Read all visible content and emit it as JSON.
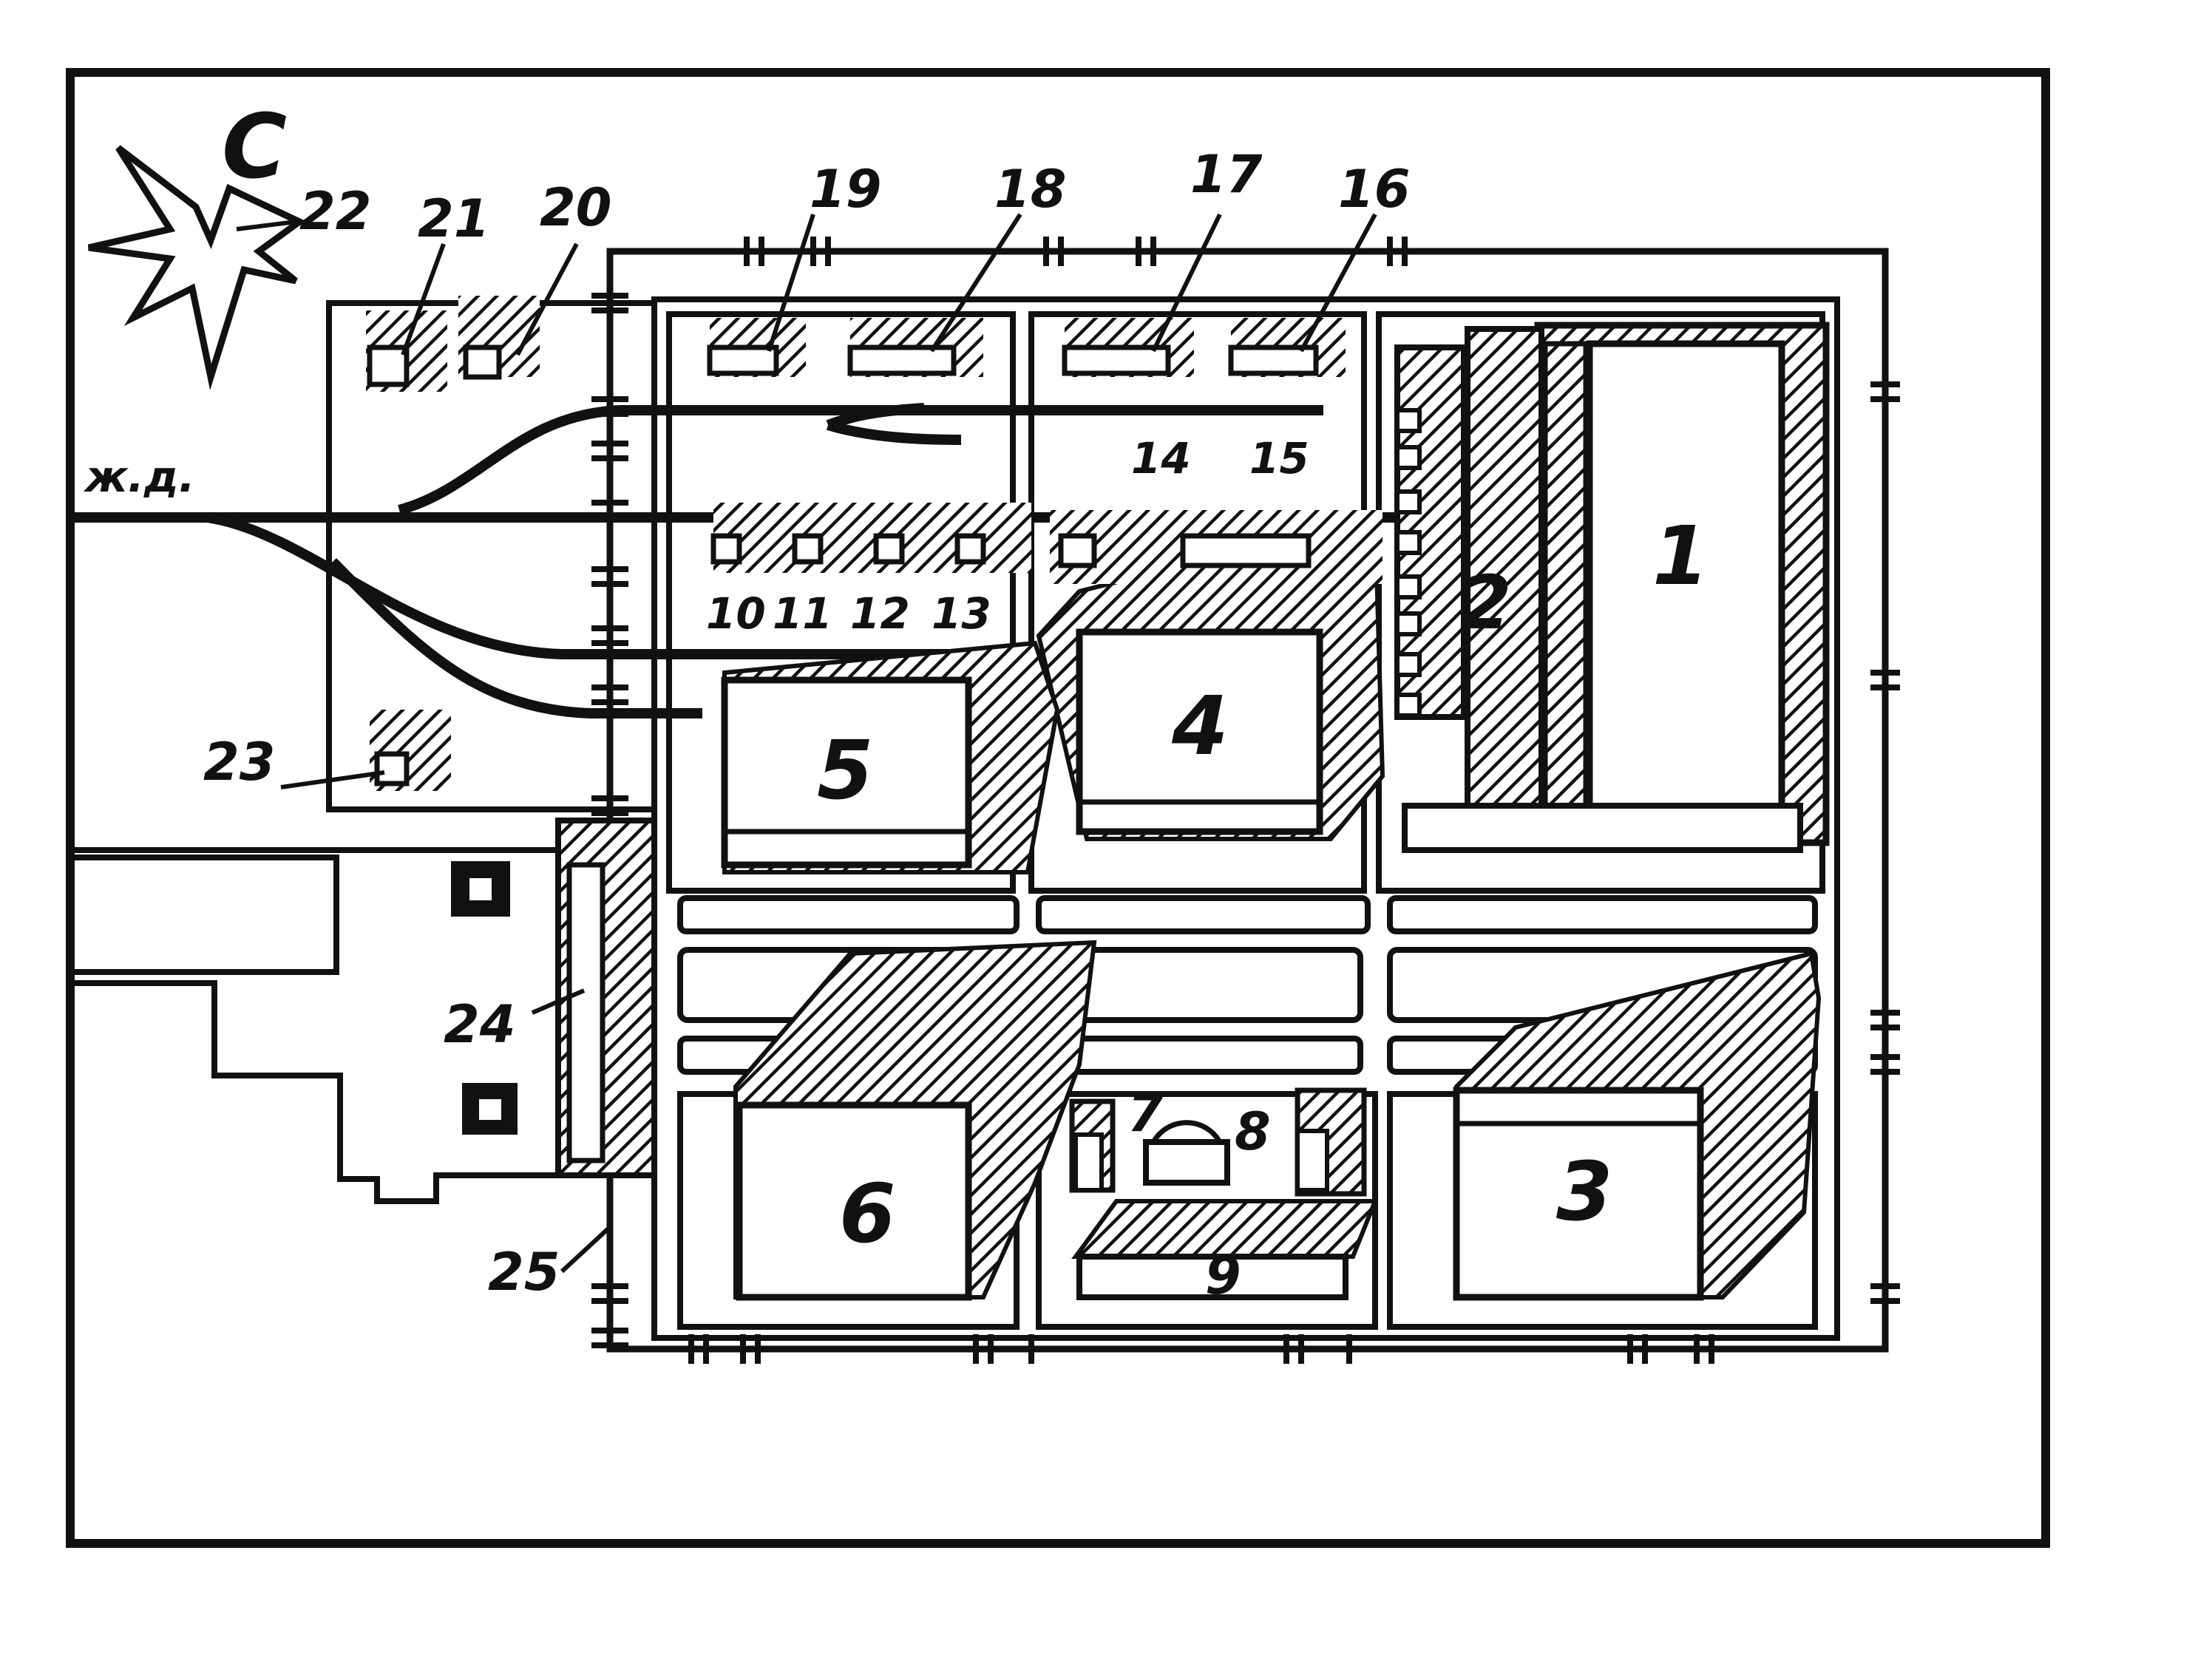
{
  "diagram": {
    "north": "С",
    "railway": "ж.д.",
    "labels": {
      "b1": "1",
      "b2": "2",
      "b3": "3",
      "b4": "4",
      "b5": "5",
      "b6": "6",
      "b7": "7",
      "b8": "8",
      "b9": "9",
      "b10": "10",
      "b11": "11",
      "b12": "12",
      "b13": "13",
      "b14": "14",
      "b15": "15",
      "b16": "16",
      "b17": "17",
      "b18": "18",
      "b19": "19",
      "b20": "20",
      "b21": "21",
      "b22": "22",
      "b23": "23",
      "b24": "24",
      "b25": "25"
    }
  }
}
